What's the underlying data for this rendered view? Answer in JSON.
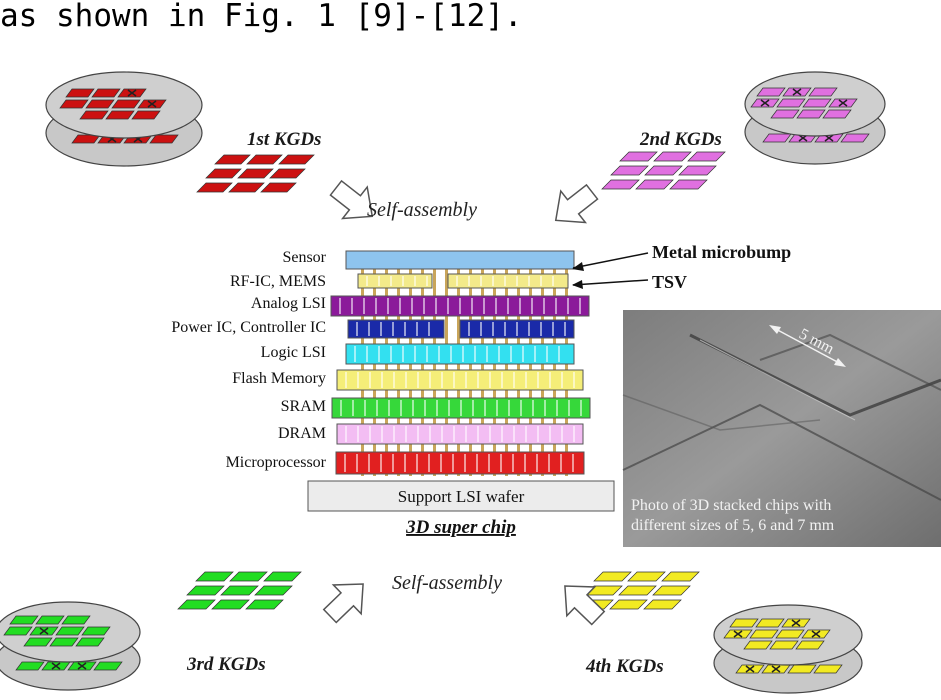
{
  "intro_text": "as shown in Fig. 1 [9]-[12].",
  "kgd_labels": [
    "1st KGDs",
    "2nd KGDs",
    "3rd KGDs",
    "4th KGDs"
  ],
  "self_assembly": "Self-assembly",
  "layers": [
    {
      "label": "Sensor",
      "color": "#8ec4ee"
    },
    {
      "label": "RF-IC, MEMS",
      "color": "#f3ea8a"
    },
    {
      "label": "Analog LSI",
      "color": "#8b1a9a"
    },
    {
      "label": "Power IC, Controller IC",
      "color": "#1a2aa8"
    },
    {
      "label": "Logic LSI",
      "color": "#33e0f0"
    },
    {
      "label": "Flash Memory",
      "color": "#f5ee78"
    },
    {
      "label": "SRAM",
      "color": "#36d83a"
    },
    {
      "label": "DRAM",
      "color": "#f3bdf3"
    },
    {
      "label": "Microprocessor",
      "color": "#e12020"
    }
  ],
  "support_wafer": "Support LSI wafer",
  "super_chip": "3D super chip",
  "callouts": {
    "microbump": "Metal microbump",
    "tsv": "TSV"
  },
  "photo": {
    "scale_label": "5 mm",
    "caption_line1": "Photo of 3D stacked chips with",
    "caption_line2": "different sizes of 5, 6 and 7 mm"
  },
  "colors": {
    "red": "#cc1111",
    "pink": "#e070e0",
    "green": "#22dd22",
    "yellow": "#f2ea22"
  }
}
